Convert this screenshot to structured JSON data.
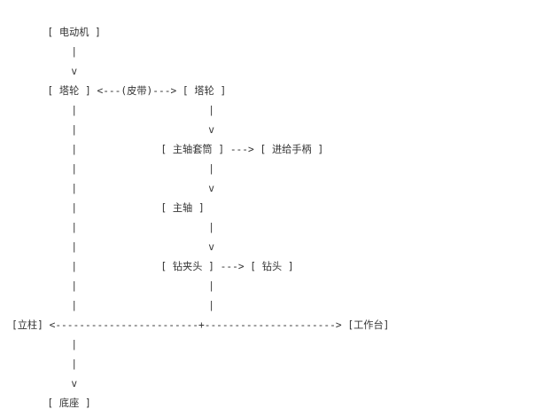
{
  "diagram": {
    "lines": [
      "      [ 电动机 ]",
      "          |",
      "          v",
      "      [ 塔轮 ] <---(皮带)---> [ 塔轮 ]",
      "          |                      |",
      "          |                      v",
      "          |              [ 主轴套筒 ] ---> [ 进给手柄 ]",
      "          |                      |",
      "          |                      v",
      "          |              [ 主轴 ]",
      "          |                      |",
      "          |                      v",
      "          |              [ 钻夹头 ] ---> [ 钻头 ]",
      "          |                      |",
      "          |                      |",
      "[立柱] <------------------------+----------------------> [工作台]",
      "          |",
      "          |",
      "          v",
      "      [ 底座 ]"
    ]
  }
}
